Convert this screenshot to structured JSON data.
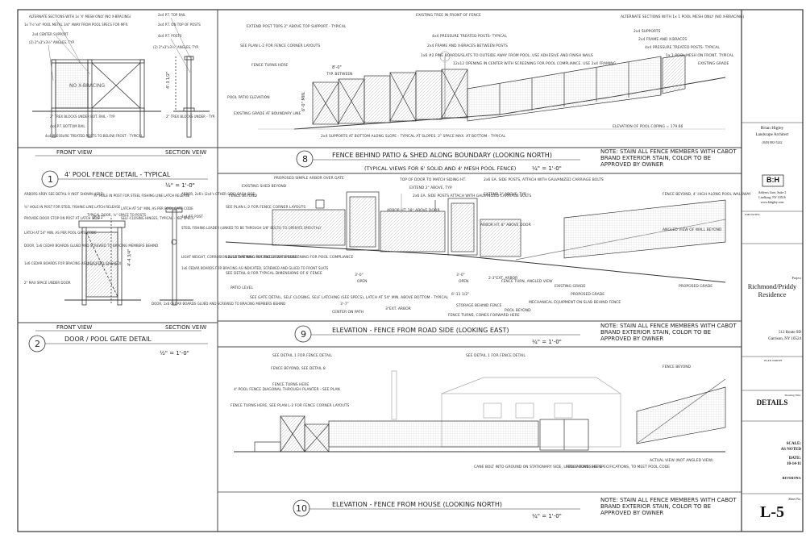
{
  "views": {
    "detail1": {
      "front_label": "FRONT VIEW",
      "section_label": "SECTION VEIW",
      "number": "1",
      "title": "4' POOL FENCE DETAIL - TYPICAL",
      "scale": "½\" = 1'-0\"",
      "x_bracing": "NO X-BRACING",
      "notes_left": [
        "ALTERNATE SECTIONS WITH 1x 'X' MESH ONLY (NO X-BRACING)",
        "1x 7½\"x4\" POOL METAL 3/4\" AWAY FROM POOL SPECS FOR MFR.",
        "2x4 CENTER SUPPORT",
        "(2) 2\"x3\"x3½\" ANGLES, TYP.",
        "2\" TREX BLOCKS UNDER BOT. RAIL - TYP.",
        "4x4 P.T. BOTTOM RAIL",
        "4x4 PRESSURE TREATED POSTS TO BELOW FROST - TYPICAL"
      ],
      "notes_right": [
        "2x4 P.T. TOP RAIL",
        "2x4 P.T. ON TOP OF POSTS",
        "4x4 P.T. POSTS",
        "(2) 2\"x3\"x3½\" ANGLES, TYP.",
        "2\" TREX BLOCKS UNDER - TYP."
      ],
      "dim": "4'-3 1/2\""
    },
    "detail2": {
      "front_label": "FRONT VIEW",
      "section_label": "SECTION VEIW",
      "number": "2",
      "title": "DOOR / POOL GATE DETAIL",
      "scale": "½\" = 1'-0\"",
      "dim_top": "2'-11\"",
      "dim_side": "4'-4 3/4\"",
      "notes_left": [
        "ARBORS ARBY. SEE DETAIL 9 (NOT SHOWN HERE)",
        "⅝\" HOLE IN POST FOR STEEL FISHING LINE LATCH RELEASE",
        "PROVIDE DOOR STOP ON POST AT LATCH SIDE",
        "LATCH AT 54\" MIN. AS PER POOL GATE CODE",
        "DOOR, 1x6 CEDAR BOARDS GLUED AND SCREWED TO BRACING MEMBERS BEHIND",
        "1x6 CEDAR BOARDS FOR BRACING AS INDICATED (DASHED)",
        "2\" MAX SPACE UNDER DOOR"
      ],
      "notes_mid": [
        "⅝\" HOLE IN POST FOR STEEL FISHING LINE LATCH RELEASE",
        "TYPICAL DOOR, ⅛\" SPACE TO POSTS",
        "LATCH AT 54\" MIN. AS PER POOL GATE CODE",
        "SELF-CLOSING HINGES, TYPICAL - (6E) SPECS"
      ],
      "notes_right": [
        "ARBOR, 2x6's (2x4's OTHER SIDE) EACH SIDE",
        "4x4 P.T. POST",
        "STEEL FISHING LEADER (LINKED TO BE THROUGH 3/8\" BOLTS) TO OPERATE SMOOTHLY",
        "LIGHT WEIGHT, CORROSION RESISTANT RING FOR PULL LATCH OPENER",
        "1x6 CEDAR BOARDS FOR BRACING AS INDICATED, SCREWED AND GLUED TO FRONT SLATS",
        "DOOR, 1x6 CEDAR BOARDS GLUED AND SCREWED TO BRACING MEMBERS BEHIND"
      ]
    },
    "detail8": {
      "number": "8",
      "title": "FENCE BEHIND PATIO & SHED ALONG BOUNDARY (LOOKING NORTH)",
      "subtitle": "(TYPICAL VIEWS FOR 6' SOLID AND 4' MESH POOL FENCE)",
      "scale": "¼\" = 1'-0\"",
      "note": "NOTE: STAIN ALL FENCE MEMBERS WITH CABOT BRAND EXTERIOR STAIN, COLOR TO BE APPROVED BY OWNER",
      "labels": [
        "EXTEND POST TOPS 2\" ABOVE TOP SUPPORT - TYPICAL",
        "SEE PLAN L-2 FOR FENCE CORNER LAYOUTS",
        "FENCE TURNS HERE",
        "POOL PATIO ELEVATION",
        "EXISTING GRADE AT BOUNDARY LINE",
        "2x4 SUPPORTS AT BOTTOM ALONG SLOPE - TYPICAL AT SLOPES. 2\" SPACE MAX. AT BOTTOM - TYPICAL",
        "EXISTING TREE IN FRONT OF FENCE",
        "4x4 PRESSURE TREATED POSTS- TYPICAL",
        "2x4 FRAME AND X-BRACES BETWEEN POSTS",
        "1x6 #2 PINE BOARDS/SLATS TO OUTSIDE AWAY FROM POOL. USE ADHESIVE AND FINISH NAILS",
        "12x12 OPENING IN CENTER WITH SCREENING FOR POOL COMPLIANCE. USE 2x4 FRAMING",
        "ALTERNATE SECTIONS WITH 1x 1 POOL MESH ONLY (NO X-BRACING)",
        "2x4 SUPPORTS",
        "2x4 FRAME AND X-BRACES",
        "4x4 PRESSURE TREATED POSTS- TYPICAL",
        "1x 1 POOL MESH ON FRONT, TYPICAL",
        "EXISTING GRADE",
        "ELEVATION OF POOL COPING = 179.66"
      ],
      "dim_top": "8'-0\"",
      "dim_top2": "TYP. BETWEEN",
      "dim_left": "6'-0\" MIN."
    },
    "detail9": {
      "number": "9",
      "title": "ELEVATION - FENCE FROM ROAD SIDE (LOOKING EAST)",
      "scale": "¼\" = 1'-0\"",
      "note": "NOTE: STAIN ALL FENCE MEMBERS WITH CABOT BRAND EXTERIOR STAIN, COLOR TO BE APPROVED BY OWNER",
      "labels": [
        "EXISTING SHED BEYOND",
        "PROPOSED SIMPLE ARBOR OVER GATE",
        "FENCE BEYOND",
        "SEE PLAN L-2 FOR FENCE CORNER LAYOUTS",
        "12x12 OPENING IN CENTER WITH SCREENING FOR POOL COMPLIANCE",
        "SEE DETAIL 8 FOR TYPICAL DIMENSIONS OF 6' FENCE",
        "PATIO LEVEL",
        "SEE GATE DETAIL, SELF CLOSING, SELF LATCHING (SEE SPECS), LATCH AT 54\" MIN. ABOVE BOTTOM - TYPICAL",
        "TOP OF DOOR TO MATCH SIDING HT.",
        "EXTEND 2\" ABOVE, TYP.",
        "2x6 EA. SIDE POSTS ATTACH WITH GALVANIZED CARRIAGE BOLTS",
        "ARBOR HT. 18\" ABOVE DOOR",
        "2x6 EA. SIDE POSTS, ATTACH WITH GALVANIZED CARRIAGE BOLTS",
        "EXTEND 2\" ABOVE, TYP.",
        "ARBOR HT. 8\" ABOVE DOOR",
        "FENCE BEYOND, 4' HIGH ALONG POOL WALKWAY",
        "ANGLED VIEW OF WALL BEYOND",
        "FENCE TURN, ANGLED VIEW",
        "PROPOSED GRADE",
        "EXISTING GRADE",
        "MECHANICAL EQUIPMENT ON SLAB BEHIND FENCE",
        "STORAGE BEHIND FENCE",
        "FENCE TURNS, COMES FORWARD HERE",
        "POOL BEYOND",
        "PROPOSED GRADE",
        "CENTER ON PATH"
      ],
      "dims": [
        "3'-0\"",
        "OPEN",
        "3'-0\"",
        "OPEN",
        "6'-11 1/2\"",
        "2-3\"EXT. ARBOR",
        "3'-7\"",
        "3\"EXT. ARBOR"
      ]
    },
    "detail10": {
      "number": "10",
      "title": "ELEVATION - FENCE FROM HOUSE (LOOKING NORTH)",
      "scale": "¼\" = 1'-0\"",
      "note": "NOTE: STAIN ALL FENCE MEMBERS WITH CABOT BRAND EXTERIOR STAIN, COLOR TO BE APPROVED BY OWNER",
      "labels": [
        "SEE DETAIL 1 FOR FENCE DETAIL",
        "FENCE BEYOND, SEE DETAIL 8",
        "FENCE TURNS HERE",
        "4' POOL FENCE DIAGONAL THROUGH PLANTER - SEE PLAN",
        "FENCE TURNS HERE, SEE PLAN L-2 FOR FENCE CORNER LAYOUTS",
        "SEE DETAIL 1 FOR FENCE DETAIL",
        "FENCE BEYOND",
        "CANE BOLT INTO GROUND ON STATIONARY SIDE, LATCH ABOVE, SEE SPECIFICATIONS, TO MEET POOL CODE",
        "FENCE TURNS HERE",
        "ACTUAL VIEW (NOT ANGLED VIEW)"
      ]
    }
  },
  "title_block": {
    "firm_name": "Brian Higley",
    "firm_role": "Landscape Architect",
    "firm_contact": "(845) 882-5242",
    "logo_mark": "B:H",
    "firm_address": "Address Line, Suite 2",
    "firm_city": "Lindfyng, NY 10516",
    "firm_web": "www.bhigley.com",
    "job_notes_label": "JOB NOTES:",
    "project_label": "Project",
    "project_name": "Richmond/Priddy Residence",
    "project_address": "512 Route 9D",
    "project_city": "Garrison, NY 10524",
    "plan_north_label": "PLAN NORTH",
    "drawing_title_label": "Drawing Title:",
    "drawing_title": "DETAILS",
    "scale_label": "SCALE:",
    "scale_value": "AS NOTED",
    "date_label": "DATE:",
    "date_value": "10-14-11",
    "revisions_label": "REVISIONS:",
    "sheet_label": "Sheet No.",
    "sheet_number": "L-5"
  }
}
